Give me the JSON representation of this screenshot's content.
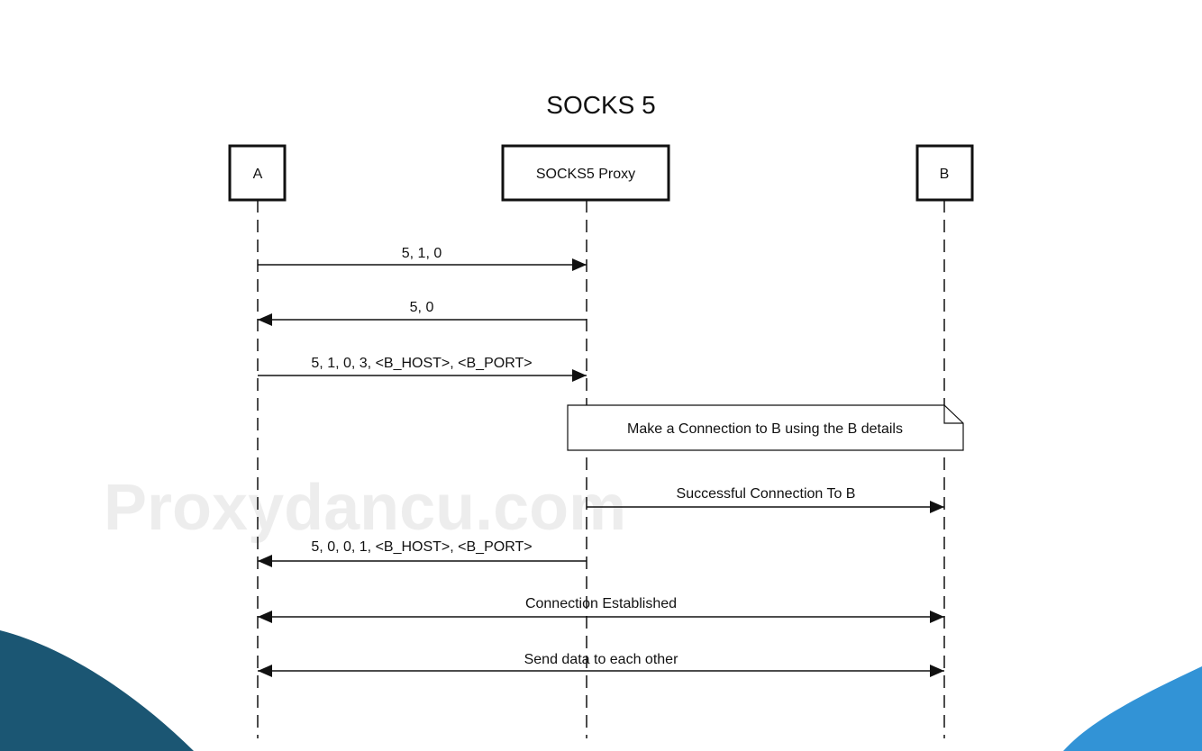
{
  "title": "SOCKS 5",
  "watermark": "Proxydancu.com",
  "colors": {
    "ink": "#111111",
    "corner_dark": "#1b5673",
    "corner_light": "#3293d6"
  },
  "participants": {
    "a": "A",
    "proxy": "SOCKS5 Proxy",
    "b": "B"
  },
  "messages": {
    "m1": "5, 1, 0",
    "m2": "5, 0",
    "m3": "5, 1, 0, 3, <B_HOST>, <B_PORT>",
    "m4": "Successful Connection To B",
    "m5": "5, 0, 0, 1,  <B_HOST>, <B_PORT>",
    "m6": "Connection Established",
    "m7": "Send data to each other"
  },
  "note": "Make a Connection to B using the B details"
}
